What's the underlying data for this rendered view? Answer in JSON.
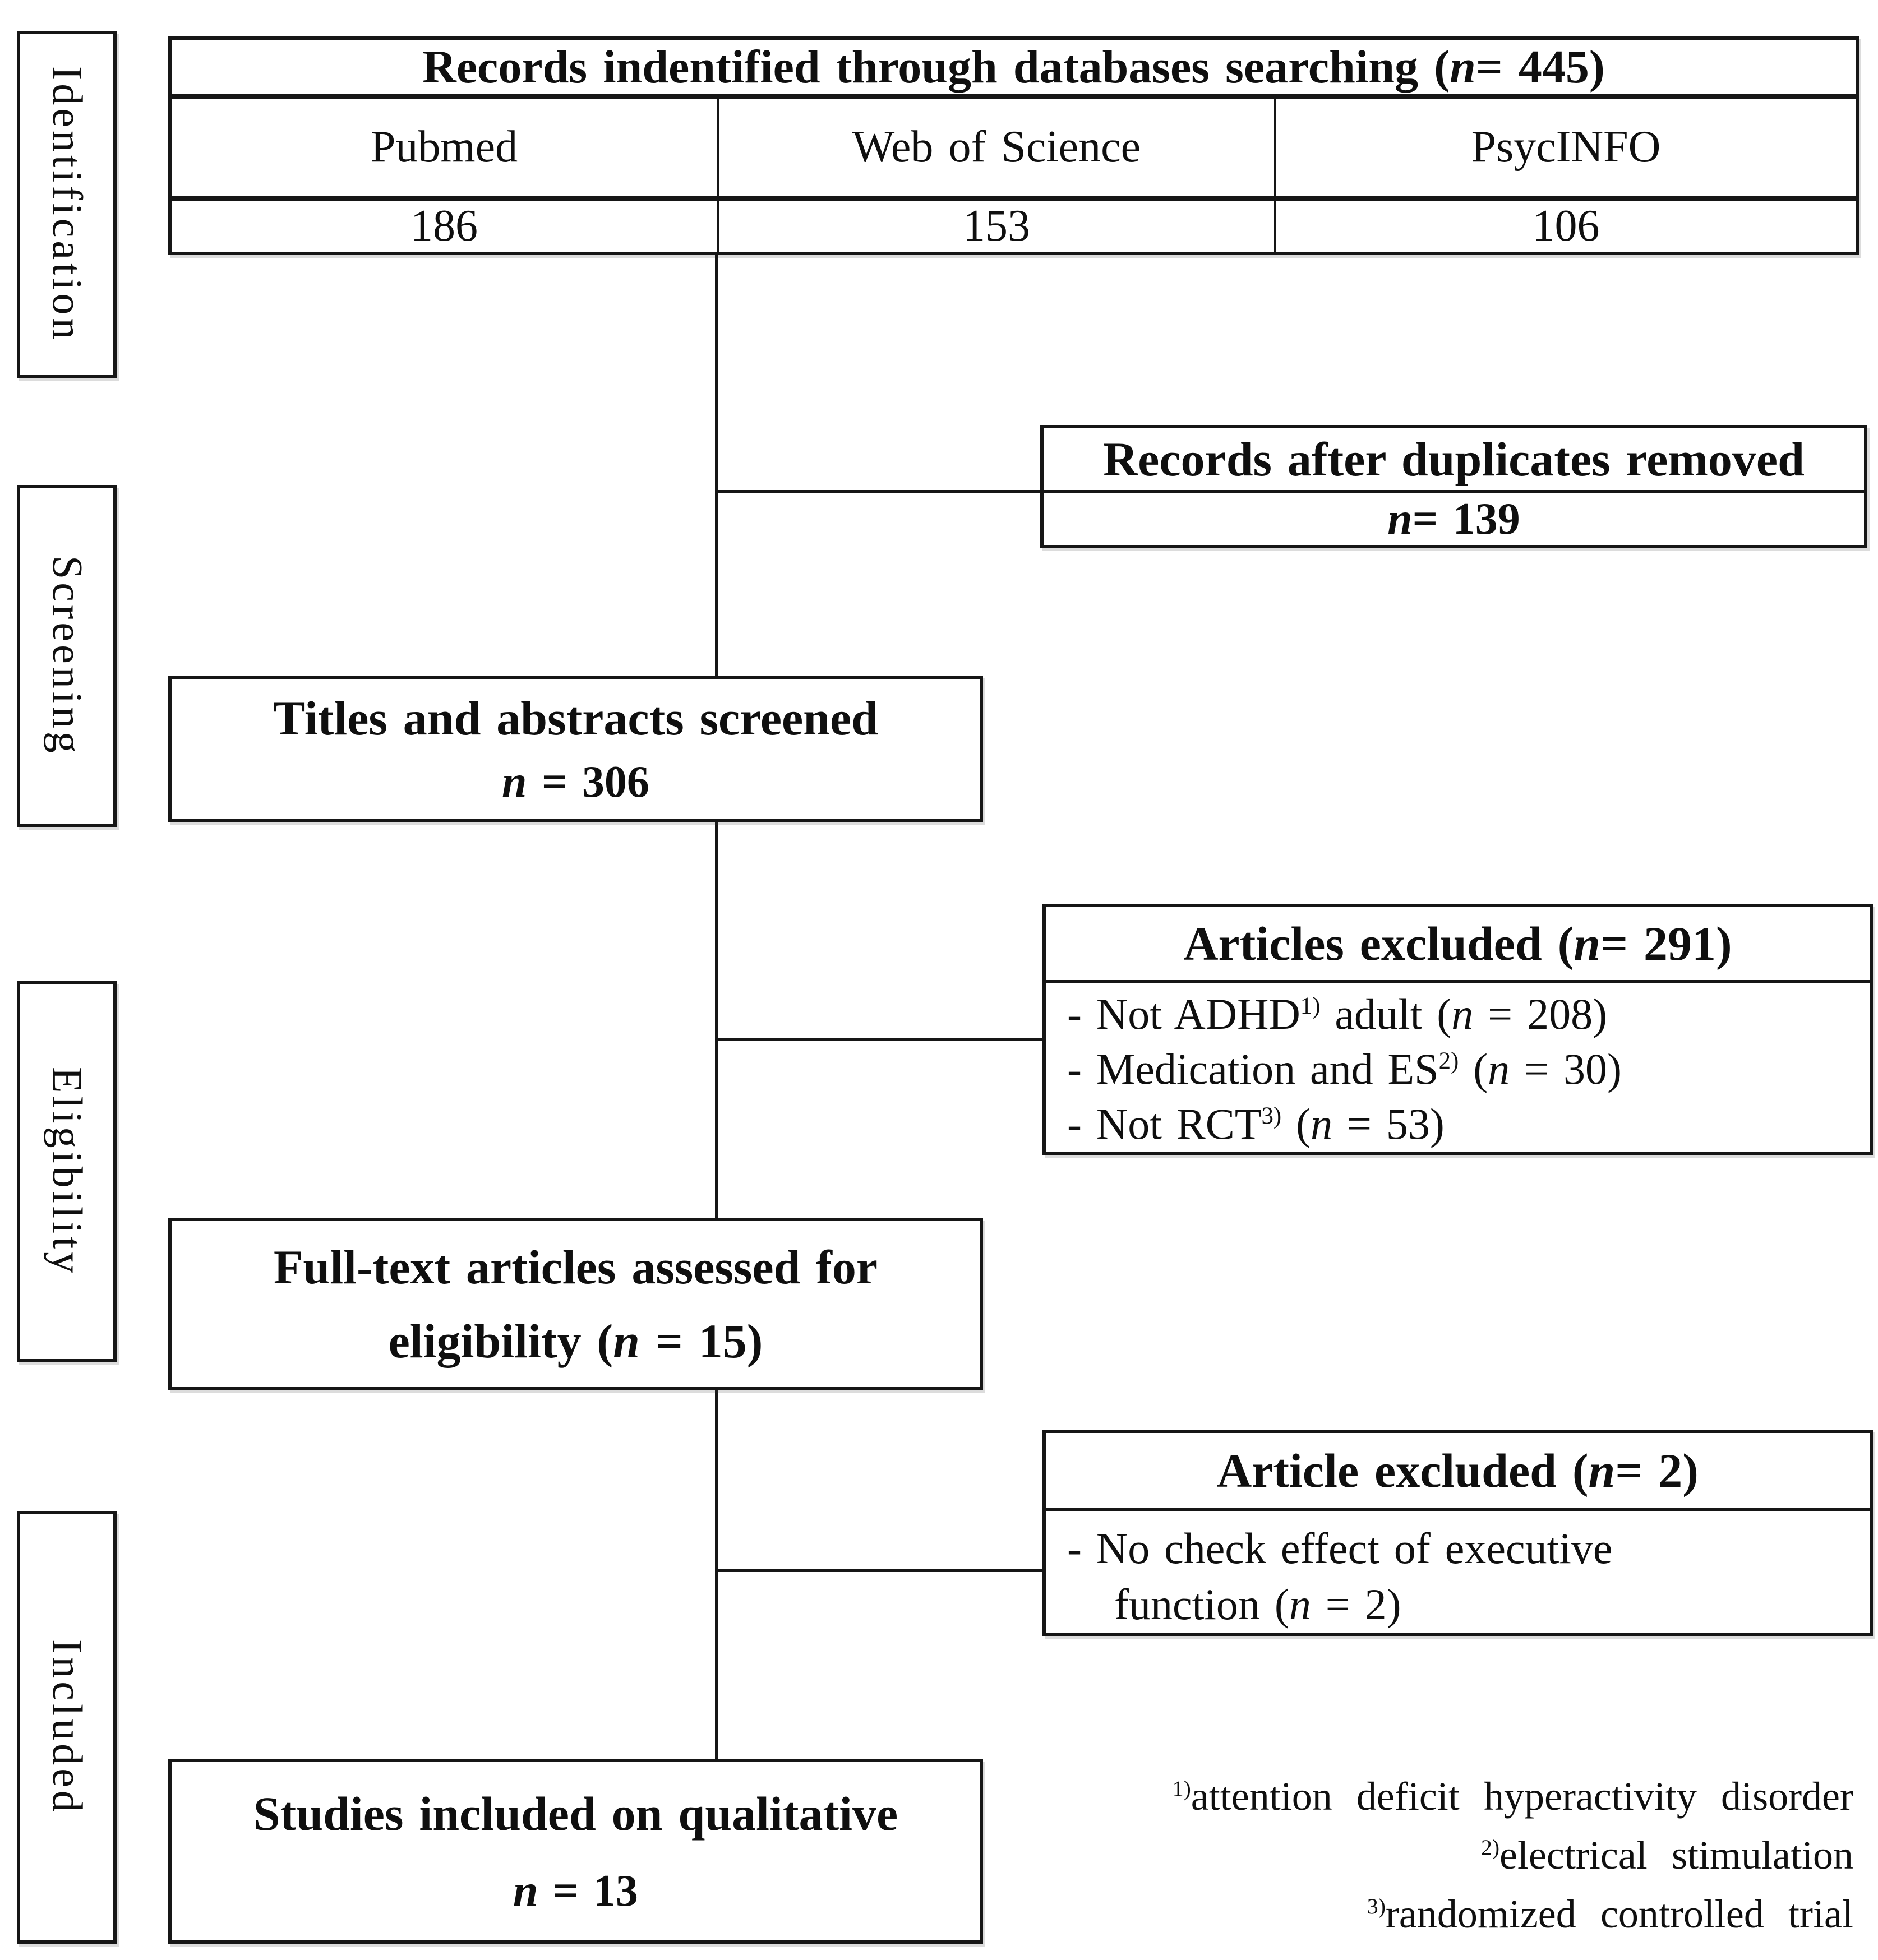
{
  "colors": {
    "line": "#161616",
    "text": "#0f0f0f",
    "background": "#ffffff"
  },
  "stages": {
    "identification": "Identification",
    "screening": "Screening",
    "eligibility": "Eligibility",
    "included": "Included"
  },
  "records_table": {
    "title_pre": "Records indentified through databases searching (",
    "title_n": "n",
    "title_post": " = 445)",
    "columns": [
      "Pubmed",
      "Web of Science",
      "PsycINFO"
    ],
    "values": [
      "186",
      "153",
      "106"
    ]
  },
  "duplicates_box": {
    "title": "Records after duplicates removed",
    "n": "n",
    "n_post": " = 139"
  },
  "screened_box": {
    "title": "Titles and abstracts screened",
    "n": "n",
    "n_post": " = 306"
  },
  "articles_excluded_box": {
    "title_pre": "Articles excluded (",
    "n": "n",
    "title_post": " = 291)",
    "items": [
      {
        "pre": "- Not ADHD",
        "sup": "1)",
        "mid": " adult (",
        "n": "n",
        "post": " = 208)"
      },
      {
        "pre": "- Medication and ES",
        "sup": "2)",
        "mid": " (",
        "n": "n",
        "post": " = 30)"
      },
      {
        "pre": "- Not RCT",
        "sup": "3)",
        "mid": " (",
        "n": "n",
        "post": " = 53)"
      }
    ]
  },
  "fulltext_box": {
    "line1": "Full-text articles assessed for",
    "line2_pre": "eligibility (",
    "n": "n",
    "line2_post": " = 15)"
  },
  "article_excluded_box": {
    "title_pre": "Article excluded (",
    "n": "n",
    "title_post": " = 2)",
    "item_line1": "- No check effect of executive",
    "item_line2_pre": "function (",
    "item_n": "n",
    "item_line2_post": " = 2)"
  },
  "studies_box": {
    "title": "Studies included on qualitative",
    "n": "n",
    "n_post": " = 13"
  },
  "footnotes": [
    {
      "sup": "1)",
      "text": "attention deficit hyperactivity disorder"
    },
    {
      "sup": "2)",
      "text": "electrical stimulation"
    },
    {
      "sup": "3)",
      "text": "randomized controlled trial"
    }
  ]
}
